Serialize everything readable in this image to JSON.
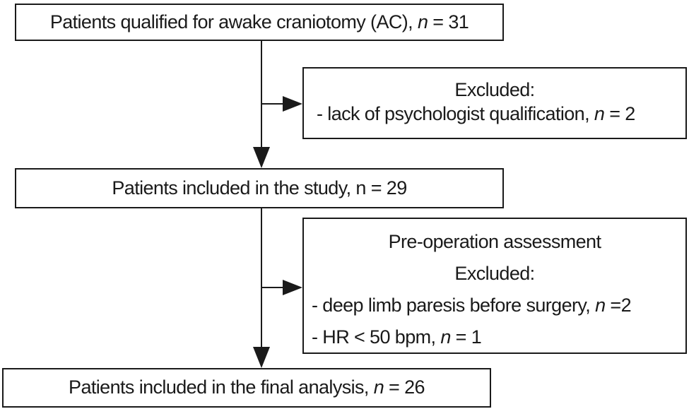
{
  "flow": {
    "qualified": {
      "text": "Patients qualified for awake craniotomy (AC), ",
      "n_label": "n",
      "n_value": " = 31"
    },
    "excluded_1": {
      "heading": "Excluded:",
      "items": [
        {
          "text": "- lack of psychologist qualification, ",
          "n_label": "n",
          "n_value": " = 2"
        }
      ]
    },
    "included": {
      "text": "Patients included in the study, n = 29"
    },
    "excluded_2": {
      "title": "Pre-operation assessment",
      "heading": "Excluded:",
      "items": [
        {
          "text": "- deep limb paresis before surgery, ",
          "n_label": "n",
          "n_value": " =2"
        },
        {
          "text": "- HR < 50 bpm, ",
          "n_label": "n",
          "n_value": " = 1"
        }
      ]
    },
    "final": {
      "text": "Patients included in the final analysis, ",
      "n_label": "n",
      "n_value": " = 26"
    }
  }
}
